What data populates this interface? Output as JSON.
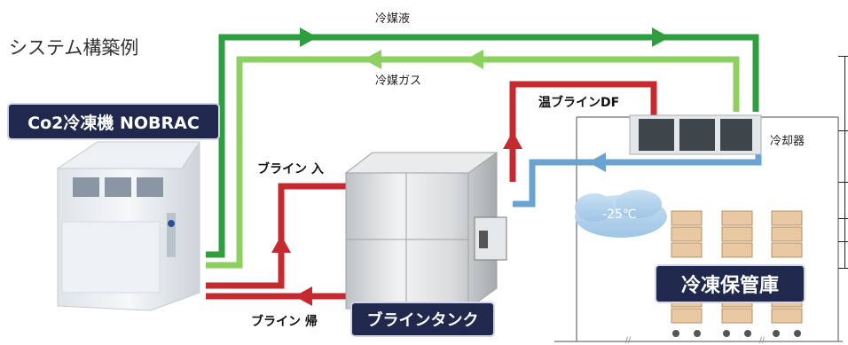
{
  "title": "システム構築例",
  "machine_label": "Co2冷凍機 NOBRAC",
  "refrigerant_liquid": "冷媒液",
  "refrigerant_gas": "冷媒ガス",
  "warm_brine_df": "温ブラインDF",
  "cooler": "冷却器",
  "brine_in": "ブライン 入",
  "brine_return": "ブライン 帰",
  "brine_tank": "ブラインタンク",
  "storage": "冷凍保管庫",
  "temperature": "-25℃",
  "colors": {
    "liquid_line": "#2e9e3e",
    "gas_line": "#8cd060",
    "brine_line": "#c42a2e",
    "cold_brine_line": "#6aa3cf",
    "label_box": "#20284e"
  }
}
